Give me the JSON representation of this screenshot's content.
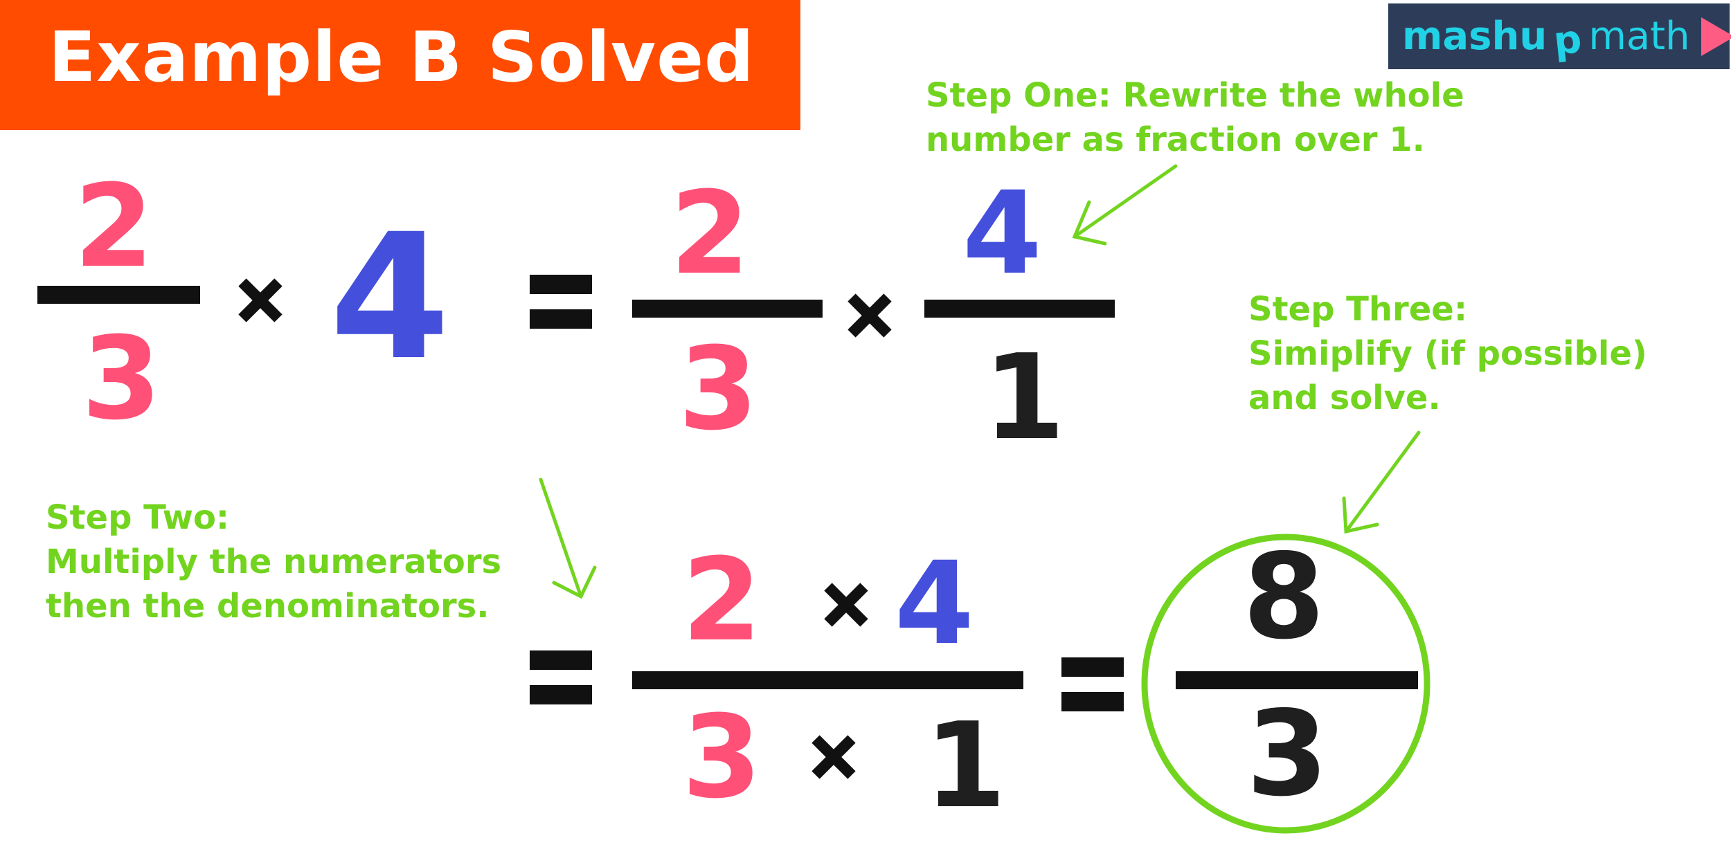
{
  "title": "Example B Solved",
  "logo": {
    "part1": "mashu",
    "part2": "p",
    "part3": "math",
    "play_icon": "play-triangle"
  },
  "steps": {
    "one": [
      "Step One: Rewrite the whole",
      "number as fraction over 1."
    ],
    "two": [
      "Step Two:",
      "Multiply the numerators",
      "then the denominators."
    ],
    "three": [
      "Step Three:",
      "Simiplify (if possible)",
      "and solve."
    ]
  },
  "equation": {
    "row1": {
      "frac1_num": "2",
      "frac1_den": "3",
      "whole": "4",
      "frac2_num": "2",
      "frac2_den": "3",
      "frac3_num": "4",
      "frac3_den": "1"
    },
    "row2": {
      "num_a": "2",
      "num_b": "4",
      "den_a": "3",
      "den_b": "1",
      "result_num": "8",
      "result_den": "3"
    }
  },
  "colors": {
    "banner": "#ff4c00",
    "step_green": "#72d41e",
    "numerator_pink": "#ff5077",
    "whole_blue": "#444fdc",
    "dark": "#1f1f1f",
    "logo_bg": "#2d3d59",
    "logo_cyan": "#21d2e6",
    "logo_play": "#ff5c84"
  }
}
